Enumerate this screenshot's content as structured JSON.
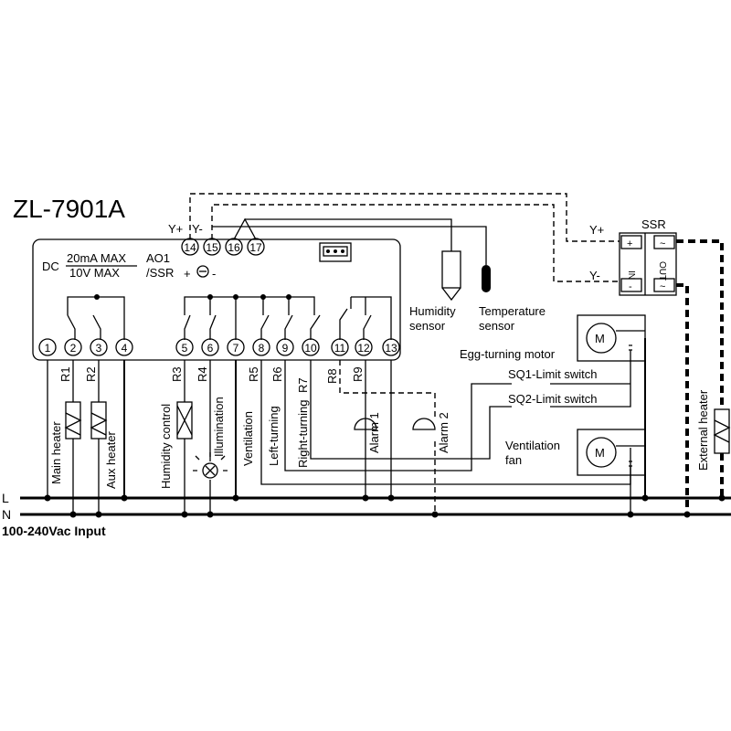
{
  "model": "ZL-7901A",
  "analog_output": {
    "dc": "DC",
    "current": "20mA MAX",
    "voltage": "10V MAX",
    "ao1": "AO1",
    "ssr": "/SSR",
    "plus": "+",
    "minus": "-",
    "y_plus": "Y+",
    "y_minus": "Y-"
  },
  "terminals": [
    {
      "n": "1"
    },
    {
      "n": "2"
    },
    {
      "n": "3"
    },
    {
      "n": "4"
    },
    {
      "n": "5"
    },
    {
      "n": "6"
    },
    {
      "n": "7"
    },
    {
      "n": "8"
    },
    {
      "n": "9"
    },
    {
      "n": "10"
    },
    {
      "n": "11"
    },
    {
      "n": "12"
    },
    {
      "n": "13"
    }
  ],
  "top_terminals": [
    {
      "n": "14"
    },
    {
      "n": "15"
    },
    {
      "n": "16"
    },
    {
      "n": "17"
    }
  ],
  "relays": [
    "R1",
    "R2",
    "R3",
    "R4",
    "R5",
    "R6",
    "R7",
    "R8",
    "R9"
  ],
  "loads": {
    "main_heater": "Main heater",
    "aux_heater": "Aux heater",
    "humidity_control": "Humidity control",
    "illumination": "Illumination",
    "ventilation": "Ventilation",
    "left_turning": "Left-turning",
    "right_turning": "Right-turning",
    "alarm1": "Alarm 1",
    "alarm2": "Alarm 2",
    "external_heater": "External heater"
  },
  "sensors": {
    "humidity_1": "Humidity",
    "humidity_2": "sensor",
    "temperature_1": "Temperature",
    "temperature_2": "sensor"
  },
  "ssr": {
    "title": "SSR",
    "y_plus": "Y+",
    "y_minus": "Y-",
    "plus": "+",
    "minus": "-",
    "in": "IN",
    "out": "OUT",
    "tilde1": "~",
    "tilde2": "~"
  },
  "motors": {
    "egg_turning": "Egg-turning motor",
    "ventilation_1": "Ventilation",
    "ventilation_2": "fan",
    "m": "M"
  },
  "switches": {
    "sq1": "SQ1-Limit switch",
    "sq2": "SQ2-Limit switch"
  },
  "supply": {
    "l": "L",
    "n": "N",
    "input": "100-240Vac  Input"
  }
}
